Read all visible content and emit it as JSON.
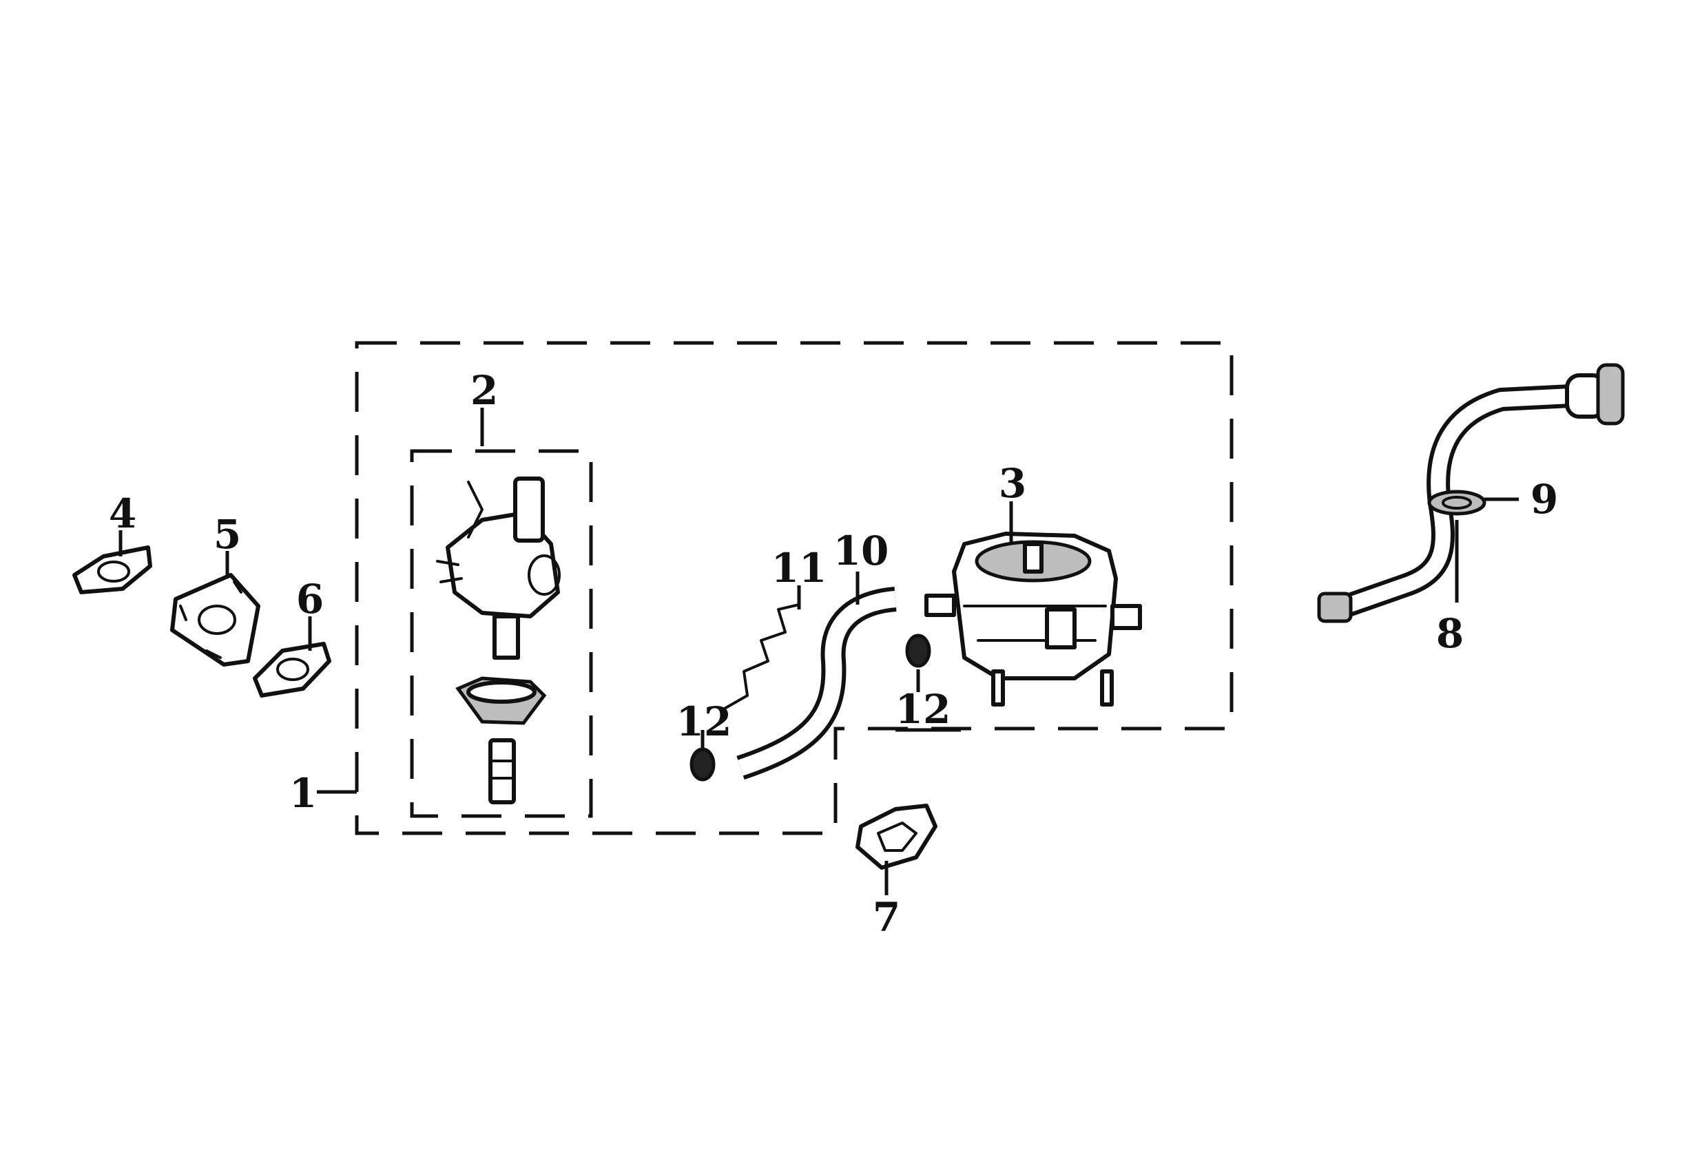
{
  "diagram": {
    "type": "exploded-parts-diagram",
    "callouts": [
      {
        "id": "1",
        "label": "1"
      },
      {
        "id": "2",
        "label": "2"
      },
      {
        "id": "3",
        "label": "3"
      },
      {
        "id": "4",
        "label": "4"
      },
      {
        "id": "5",
        "label": "5"
      },
      {
        "id": "6",
        "label": "6"
      },
      {
        "id": "7",
        "label": "7"
      },
      {
        "id": "8",
        "label": "8"
      },
      {
        "id": "9",
        "label": "9"
      },
      {
        "id": "10",
        "label": "10"
      },
      {
        "id": "11",
        "label": "11"
      },
      {
        "id": "12a",
        "label": "12"
      },
      {
        "id": "12b",
        "label": "12"
      }
    ],
    "parts": [
      {
        "ref": "2",
        "icon": "carburetor-icon"
      },
      {
        "ref": "3",
        "icon": "regulator-icon"
      },
      {
        "ref": "4",
        "icon": "gasket-icon"
      },
      {
        "ref": "5",
        "icon": "insulator-plate-icon"
      },
      {
        "ref": "6",
        "icon": "gasket-icon"
      },
      {
        "ref": "7",
        "icon": "gasket-icon"
      },
      {
        "ref": "8",
        "icon": "fuel-pipe-icon"
      },
      {
        "ref": "9",
        "icon": "grommet-icon"
      },
      {
        "ref": "10",
        "icon": "hose-icon"
      },
      {
        "ref": "11",
        "icon": "spring-wire-icon"
      },
      {
        "ref": "12",
        "icon": "clip-icon"
      }
    ],
    "line_color": "#111111",
    "background": "#ffffff"
  }
}
